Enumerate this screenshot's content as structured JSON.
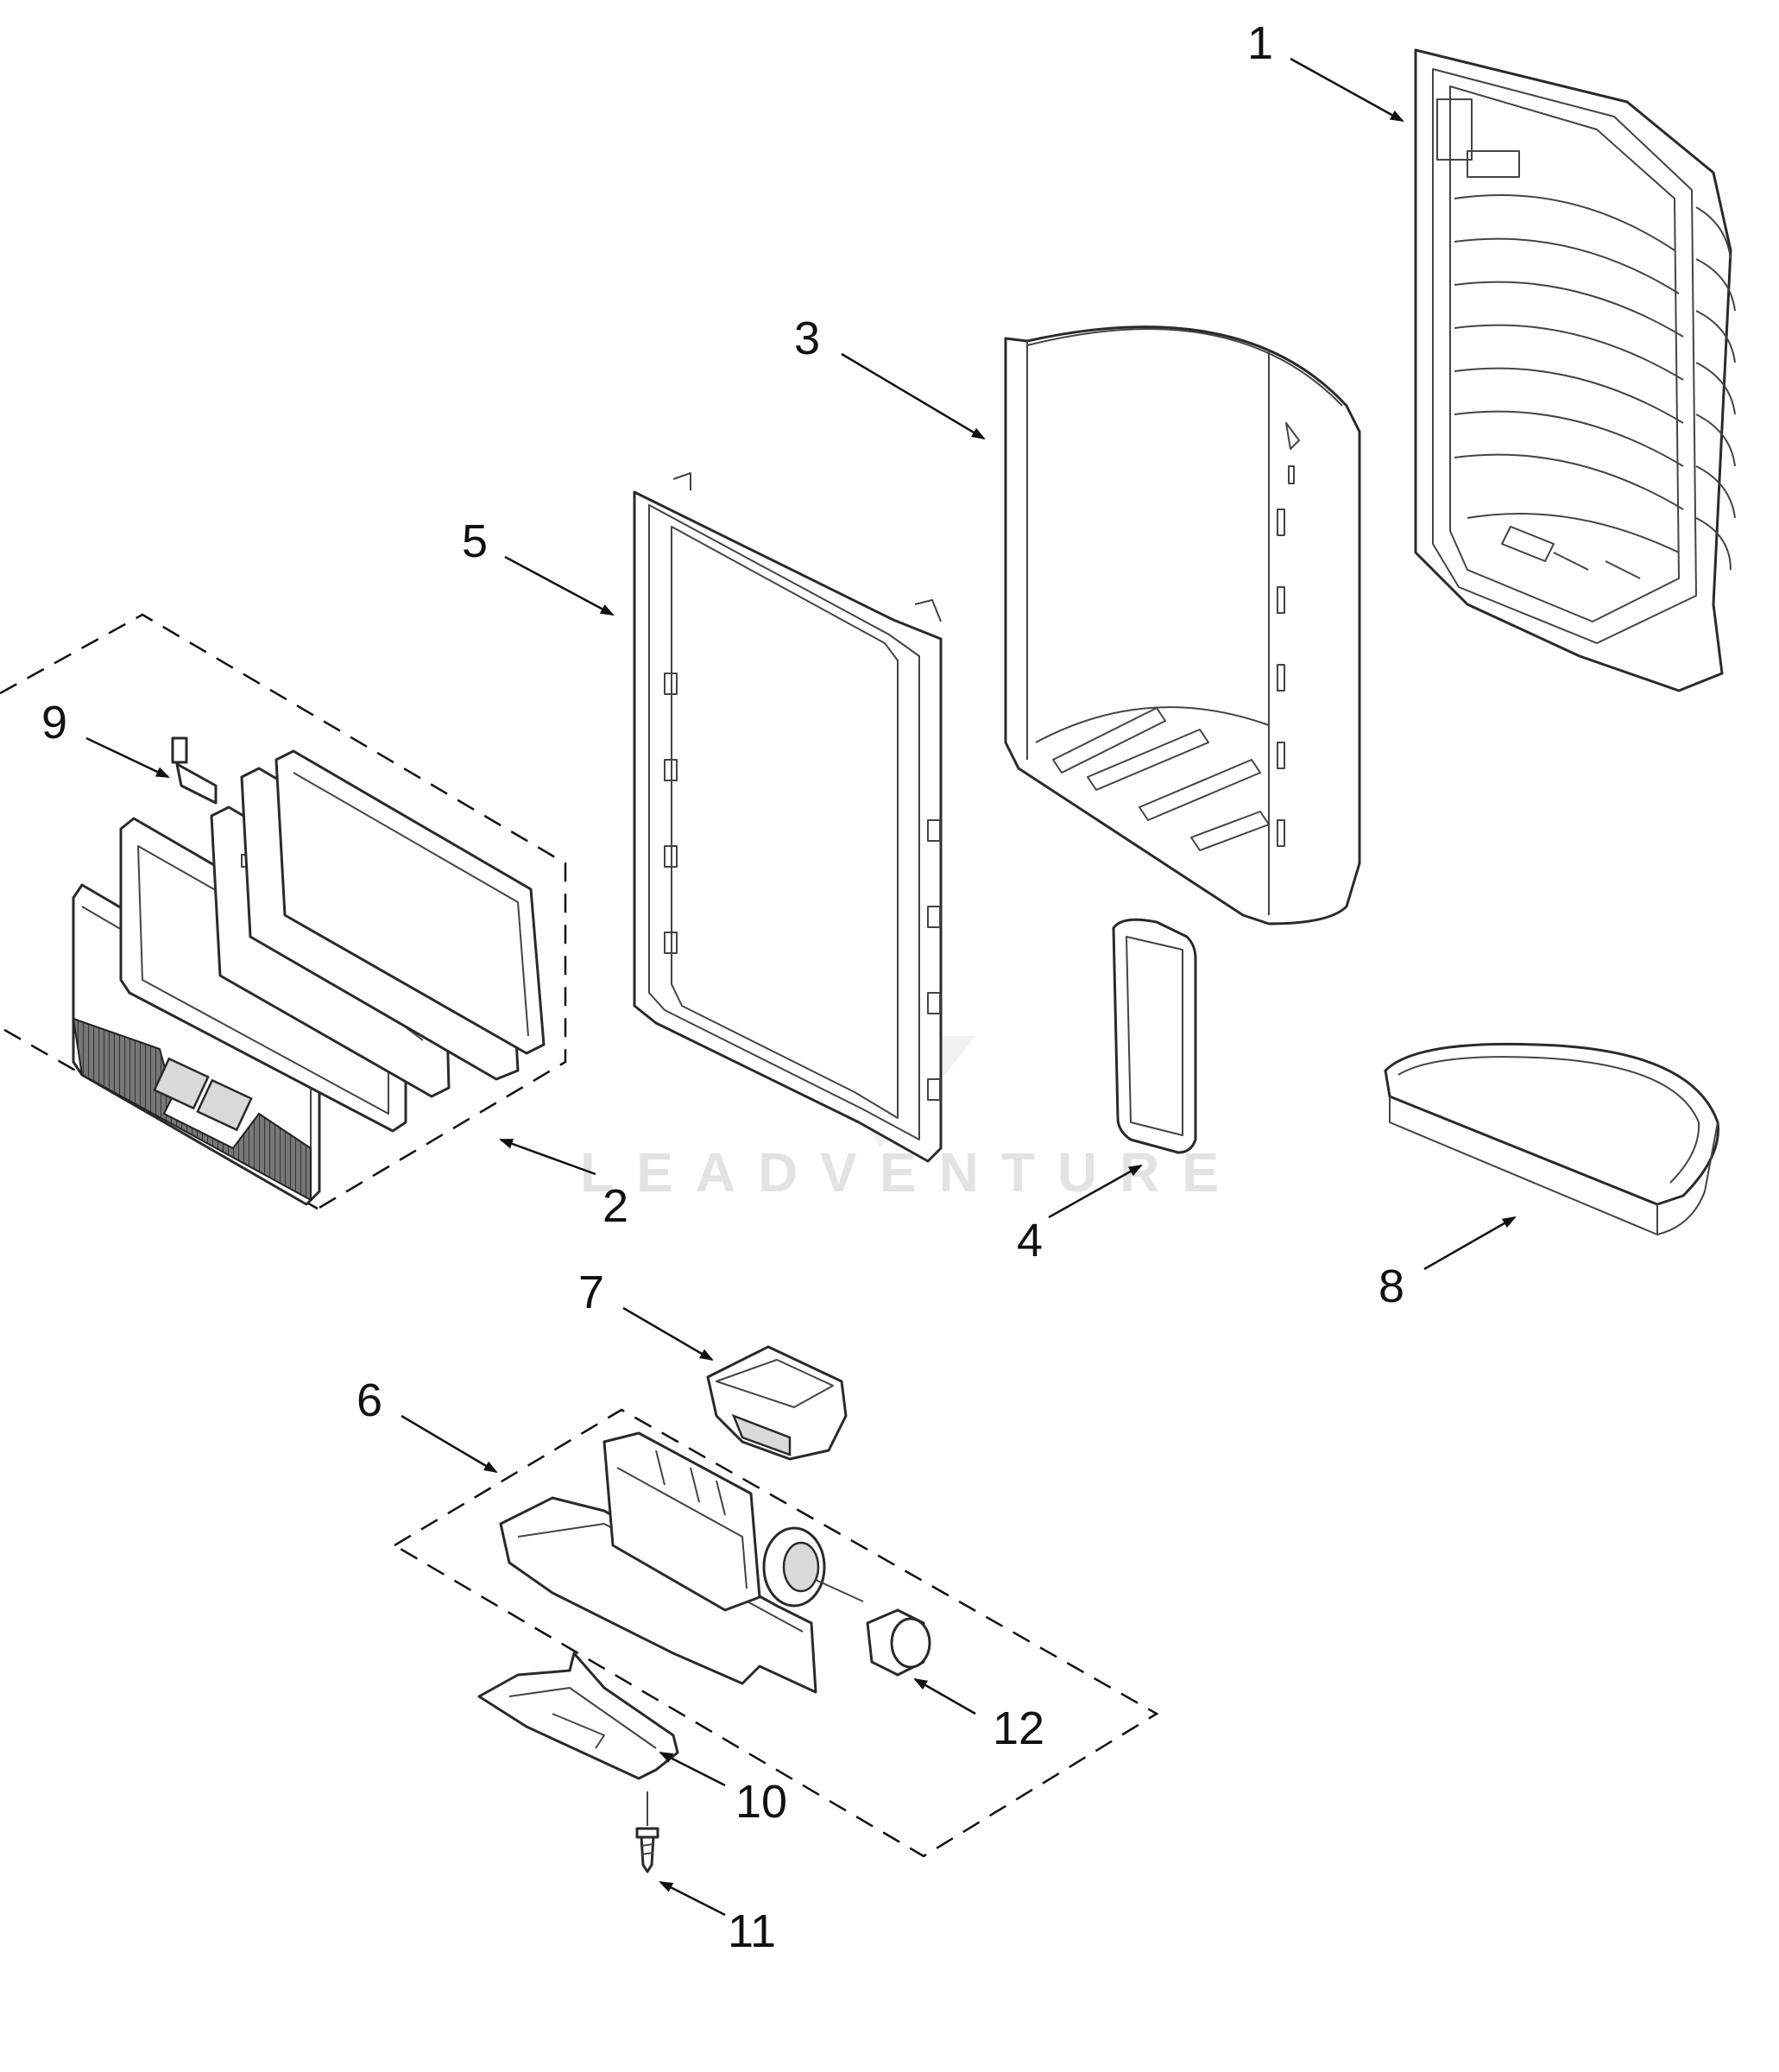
{
  "callouts": [
    {
      "id": "1",
      "label": "1"
    },
    {
      "id": "2",
      "label": "2"
    },
    {
      "id": "3",
      "label": "3"
    },
    {
      "id": "4",
      "label": "4"
    },
    {
      "id": "5",
      "label": "5"
    },
    {
      "id": "6",
      "label": "6"
    },
    {
      "id": "7",
      "label": "7"
    },
    {
      "id": "8",
      "label": "8"
    },
    {
      "id": "9",
      "label": "9"
    },
    {
      "id": "10",
      "label": "10"
    },
    {
      "id": "11",
      "label": "11"
    },
    {
      "id": "12",
      "label": "12"
    }
  ],
  "watermark": {
    "text": "LEADVENTURE"
  },
  "colors": {
    "line": "#2a2a2a",
    "watermark": "#e3e3e3"
  }
}
